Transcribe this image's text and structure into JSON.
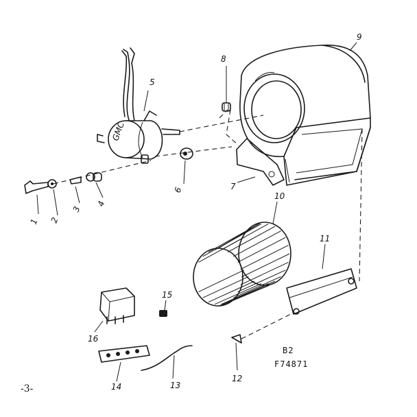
{
  "parts": [
    {
      "id": "screw",
      "label": "1"
    },
    {
      "id": "washer",
      "label": "2"
    },
    {
      "id": "spacer",
      "label": "3"
    },
    {
      "id": "grommet",
      "label": "4"
    },
    {
      "id": "motor",
      "label": "5"
    },
    {
      "id": "mount-grommet",
      "label": "6"
    },
    {
      "id": "bracket",
      "label": "7"
    },
    {
      "id": "nut",
      "label": "8"
    },
    {
      "id": "blower-housing",
      "label": "9"
    },
    {
      "id": "blower-wheel",
      "label": "10"
    },
    {
      "id": "cutoff-plate",
      "label": "11"
    },
    {
      "id": "clip-screw",
      "label": "12"
    },
    {
      "id": "wire",
      "label": "13"
    },
    {
      "id": "terminal-strip",
      "label": "14"
    },
    {
      "id": "relay-screw",
      "label": "15"
    },
    {
      "id": "relay",
      "label": "16"
    }
  ],
  "drawing_code": {
    "line1": "B2",
    "line2": "F74871"
  },
  "page_number": "-3-",
  "motor_marking": "GMC"
}
